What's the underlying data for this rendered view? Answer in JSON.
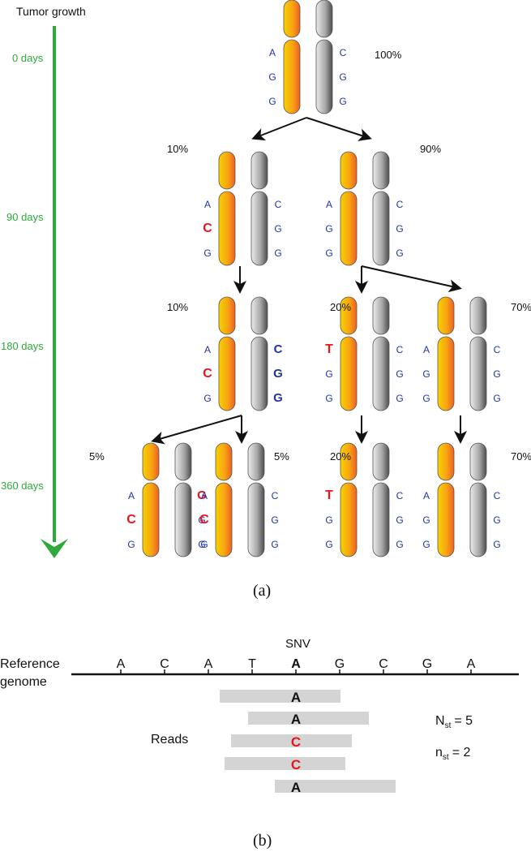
{
  "timeline": {
    "title": "Tumor growth",
    "days": [
      "0 days",
      "90 days",
      "180 days",
      "360 days"
    ],
    "color": "#2eaa3a"
  },
  "colors": {
    "normal_base": "#2233aa",
    "mutated_base": "#e8161b",
    "orange_top": "#f7c500",
    "orange_bottom": "#f06a1e",
    "gray_light": "#e2e2e2",
    "gray_dark": "#5a5a5a"
  },
  "clones": [
    {
      "percent": "100%",
      "left_bases": [
        {
          "b": "A",
          "m": false
        },
        {
          "b": "G",
          "m": false
        },
        {
          "b": "G",
          "m": false
        }
      ],
      "right_bases": [
        {
          "b": "C",
          "m": false
        },
        {
          "b": "G",
          "m": false
        },
        {
          "b": "G",
          "m": false
        }
      ]
    },
    {
      "percent": "10%",
      "left_bases": [
        {
          "b": "A",
          "m": false
        },
        {
          "b": "C",
          "m": true
        },
        {
          "b": "G",
          "m": false
        }
      ],
      "right_bases": [
        {
          "b": "C",
          "m": false
        },
        {
          "b": "G",
          "m": false
        },
        {
          "b": "G",
          "m": false
        }
      ]
    },
    {
      "percent": "90%",
      "left_bases": [
        {
          "b": "A",
          "m": false
        },
        {
          "b": "G",
          "m": false
        },
        {
          "b": "G",
          "m": false
        }
      ],
      "right_bases": [
        {
          "b": "C",
          "m": false
        },
        {
          "b": "G",
          "m": false
        },
        {
          "b": "G",
          "m": false
        }
      ]
    },
    {
      "percent": "10%",
      "left_bases": [
        {
          "b": "A",
          "m": false
        },
        {
          "b": "C",
          "m": true
        },
        {
          "b": "G",
          "m": false
        }
      ],
      "right_bases": [
        {
          "b": "C",
          "m": false,
          "bold": true
        },
        {
          "b": "G",
          "m": false,
          "bold": true
        },
        {
          "b": "G",
          "m": false,
          "bold": true
        }
      ]
    },
    {
      "percent": "20%",
      "left_bases": [
        {
          "b": "T",
          "m": true
        },
        {
          "b": "G",
          "m": false
        },
        {
          "b": "G",
          "m": false
        }
      ],
      "right_bases": [
        {
          "b": "C",
          "m": false
        },
        {
          "b": "G",
          "m": false
        },
        {
          "b": "G",
          "m": false
        }
      ]
    },
    {
      "percent": "70%",
      "left_bases": [
        {
          "b": "A",
          "m": false
        },
        {
          "b": "G",
          "m": false
        },
        {
          "b": "G",
          "m": false
        }
      ],
      "right_bases": [
        {
          "b": "C",
          "m": false
        },
        {
          "b": "G",
          "m": false
        },
        {
          "b": "G",
          "m": false
        }
      ]
    },
    {
      "percent": "5%",
      "left_bases": [
        {
          "b": "A",
          "m": false
        },
        {
          "b": "C",
          "m": true
        },
        {
          "b": "G",
          "m": false
        }
      ],
      "right_bases": [
        {
          "b": "G",
          "m": true
        },
        {
          "b": "G",
          "m": false
        },
        {
          "b": "G",
          "m": false
        }
      ]
    },
    {
      "percent": "5%",
      "left_bases": [
        {
          "b": "A",
          "m": false
        },
        {
          "b": "C",
          "m": true
        },
        {
          "b": "G",
          "m": false
        }
      ],
      "right_bases": [
        {
          "b": "C",
          "m": false
        },
        {
          "b": "G",
          "m": false
        },
        {
          "b": "G",
          "m": false
        }
      ]
    },
    {
      "percent": "20%",
      "left_bases": [
        {
          "b": "T",
          "m": true
        },
        {
          "b": "G",
          "m": false
        },
        {
          "b": "G",
          "m": false
        }
      ],
      "right_bases": [
        {
          "b": "C",
          "m": false
        },
        {
          "b": "G",
          "m": false
        },
        {
          "b": "G",
          "m": false
        }
      ]
    },
    {
      "percent": "70%",
      "left_bases": [
        {
          "b": "A",
          "m": false
        },
        {
          "b": "G",
          "m": false
        },
        {
          "b": "G",
          "m": false
        }
      ],
      "right_bases": [
        {
          "b": "C",
          "m": false
        },
        {
          "b": "G",
          "m": false
        },
        {
          "b": "G",
          "m": false
        }
      ]
    }
  ],
  "caption_a": "(a)",
  "reference": {
    "label_line1": "Reference",
    "label_line2": "genome",
    "sequence": [
      "A",
      "C",
      "A",
      "T",
      "A",
      "G",
      "C",
      "G",
      "A"
    ],
    "snv_label": "SNV"
  },
  "reads": {
    "label": "Reads",
    "bases": [
      {
        "b": "A",
        "m": false
      },
      {
        "b": "A",
        "m": false
      },
      {
        "b": "C",
        "m": true
      },
      {
        "b": "C",
        "m": true
      },
      {
        "b": "A",
        "m": false
      }
    ],
    "N_symbol": "N",
    "N_sub": "st",
    "N_value": "= 5",
    "n_symbol": "n",
    "n_sub": "st",
    "n_value": "= 2"
  },
  "caption_b": "(b)"
}
